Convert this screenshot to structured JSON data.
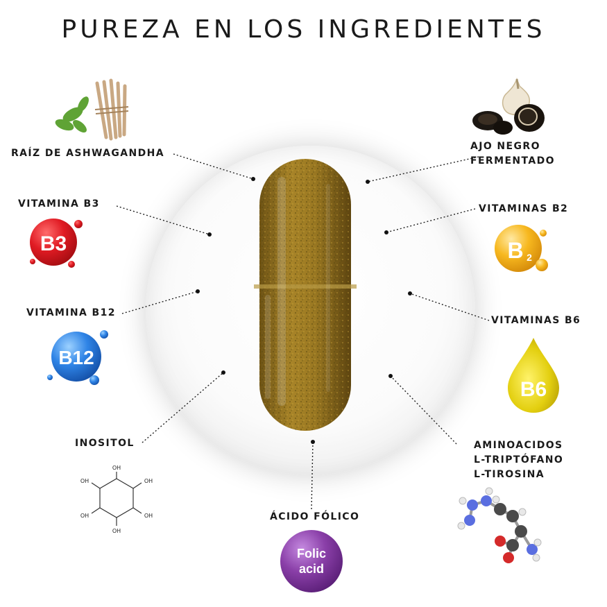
{
  "title": "PUREZA EN LOS INGREDIENTES",
  "ingredients": {
    "ashwagandha": "RAÍZ DE ASHWAGANDHA",
    "ajo_line1": "AJO NEGRO",
    "ajo_line2": "FERMENTADO",
    "b3": "VITAMINA B3",
    "b2": "VITAMINAS B2",
    "b12": "VITAMINA B12",
    "b6": "VITAMINAS B6",
    "inositol": "INOSITOL",
    "amino_line1": "AMINOACIDOS",
    "amino_line2": "L-TRIPTÓFANO",
    "amino_line3": "L-TIROSINA",
    "folico": "ÁCIDO FÓLICO"
  },
  "badges": {
    "b3": "B3",
    "b2_main": "B",
    "b2_sub": "2",
    "b12": "B12",
    "b6": "B6",
    "folic_line1": "Folic",
    "folic_line2": "acid",
    "oh": "OH"
  },
  "colors": {
    "b3": "#d71920",
    "b2": "#f2b31c",
    "b12": "#2a7fe0",
    "b6": "#e0cc10",
    "folic": "#8a3fa8",
    "capsule_powder": "#8a6a1e"
  },
  "icons": [
    "ashwagandha-root-icon",
    "black-garlic-icon",
    "inositol-structure-icon",
    "amino-acid-molecule-icon"
  ]
}
